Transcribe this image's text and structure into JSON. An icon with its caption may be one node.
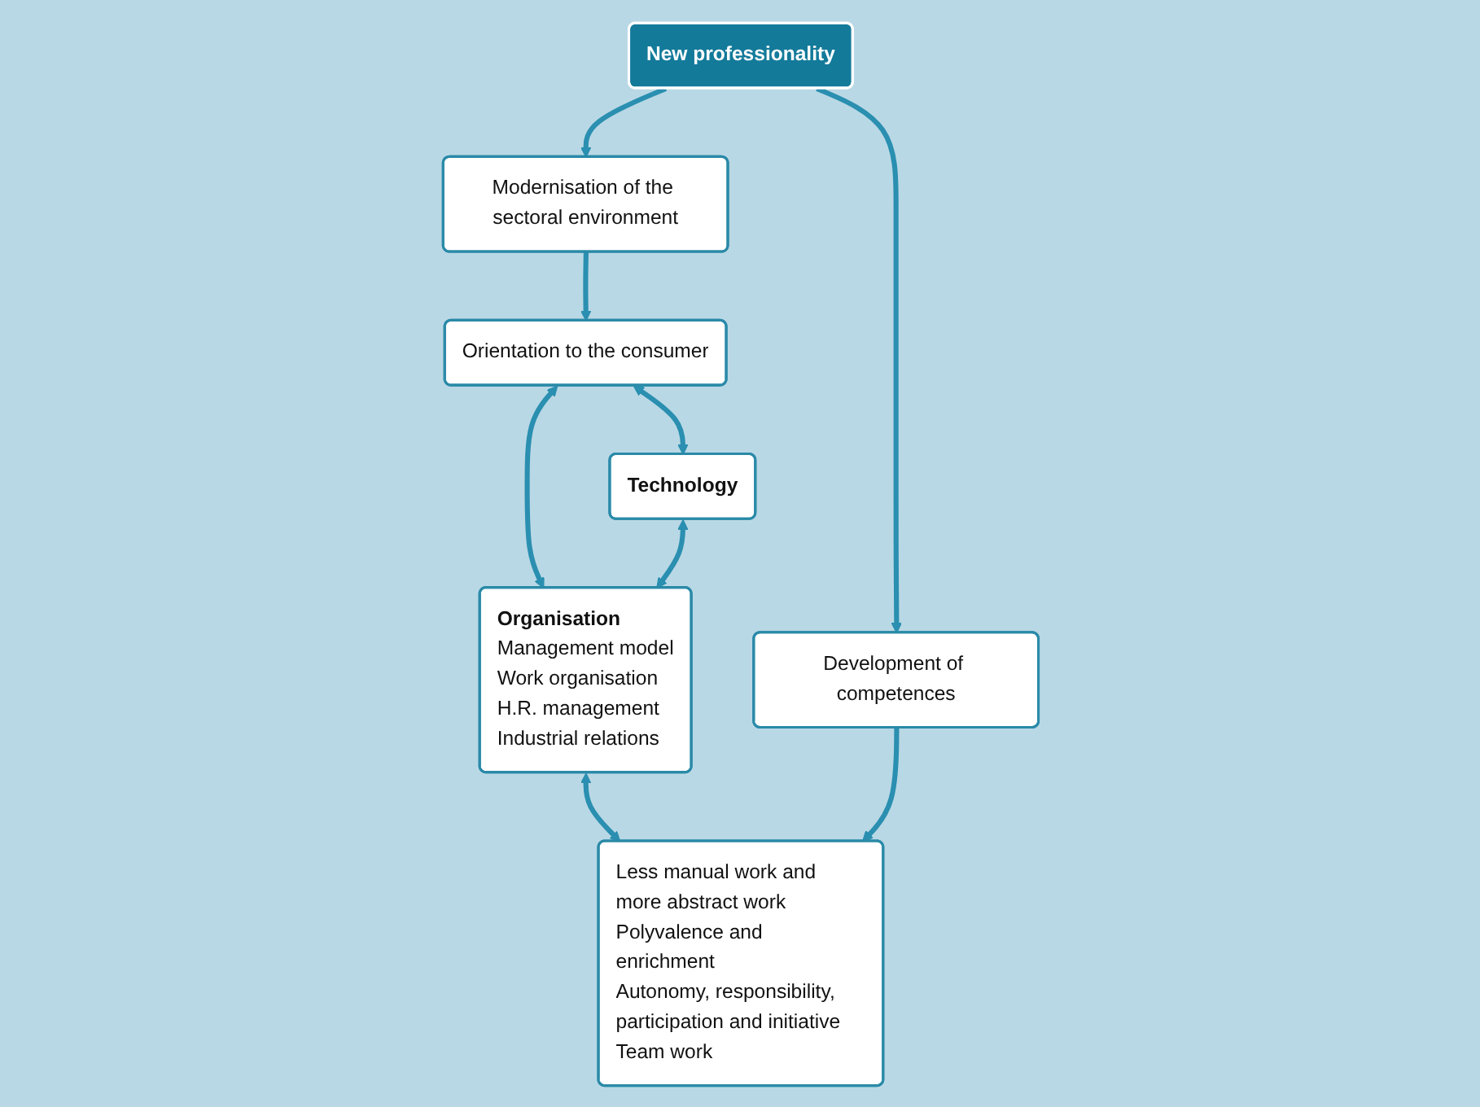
{
  "diagram": {
    "nodes": [
      {
        "text": [
          "New professionality"
        ]
      },
      {
        "text": [
          "Modernisation of the sectoral environment"
        ]
      },
      {
        "text": [
          "Development of competences"
        ]
      },
      {
        "text": [
          "Orientation to the consumer"
        ]
      },
      {
        "text": [
          "Technology"
        ]
      },
      {
        "text": [
          "Organisation",
          "Management model",
          "Work organisation",
          "H.R. management",
          "Industrial relations"
        ]
      },
      {
        "text": [
          "Less manual work and more abstract work",
          "Polyvalence and enrichment",
          "Autonomy, responsibility, participation and initiative",
          "Team work"
        ]
      }
    ],
    "edges": [
      {
        "from": 0,
        "to": 1,
        "arrow": "to"
      },
      {
        "from": 0,
        "to": 2,
        "arrow": "to"
      },
      {
        "from": 1,
        "to": 3,
        "arrow": "to"
      },
      {
        "from": 3,
        "to": 4,
        "arrow": "both"
      },
      {
        "from": 3,
        "to": 5,
        "arrow": "both"
      },
      {
        "from": 4,
        "to": 5,
        "arrow": "both"
      },
      {
        "from": 5,
        "to": 6,
        "arrow": "both"
      },
      {
        "from": 2,
        "to": 6,
        "arrow": "to"
      }
    ]
  }
}
